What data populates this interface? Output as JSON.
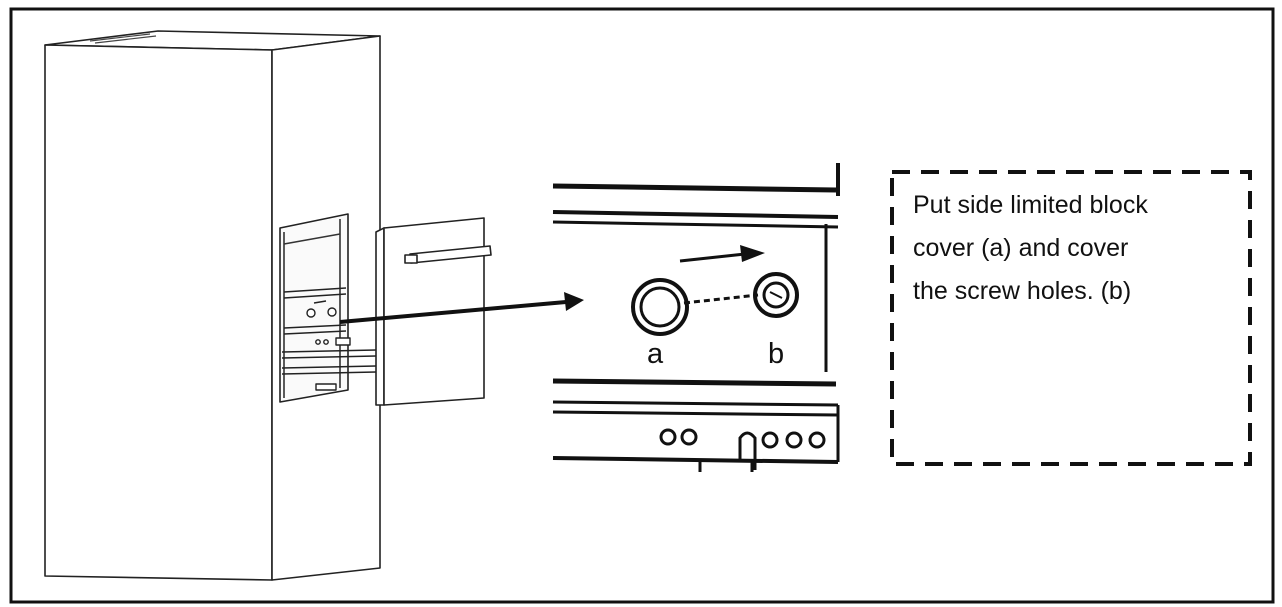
{
  "callout": {
    "lines": [
      "Put side limited block",
      "cover (a) and cover",
      "the screw holes. (b)"
    ]
  },
  "detail": {
    "label_a": "a",
    "label_b": "b"
  },
  "colors": {
    "line": "#111111",
    "background": "#ffffff"
  }
}
